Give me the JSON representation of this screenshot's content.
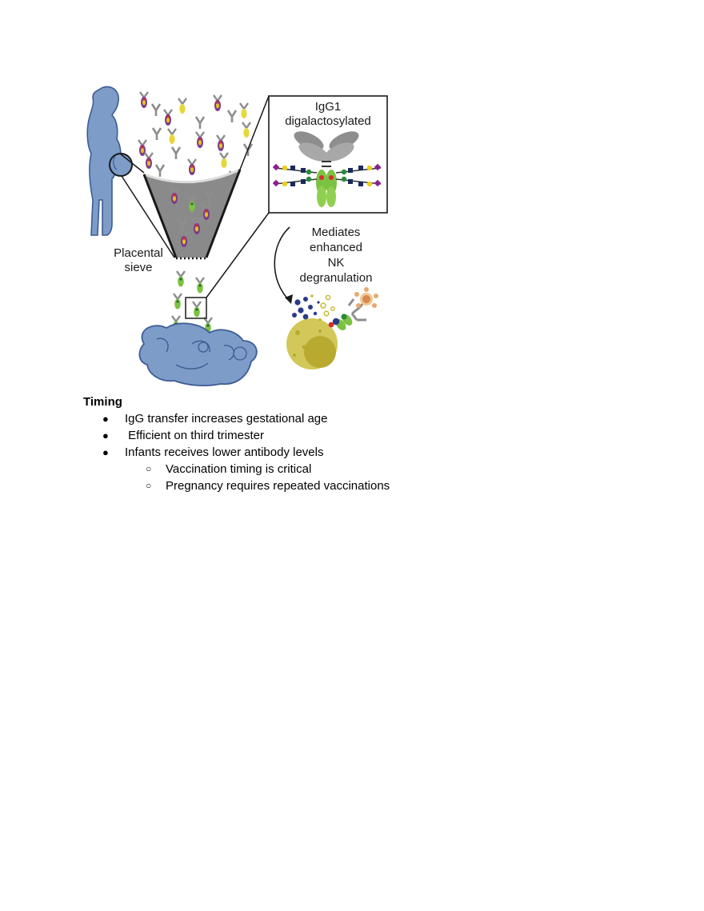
{
  "figure": {
    "zoom_title_line1": "IgG1",
    "zoom_title_line2": "digalactosylated",
    "placental_line1": "Placental",
    "placental_line2": "sieve",
    "mediates_line1": "Mediates",
    "mediates_line2": "enhanced",
    "mediates_line3": "NK",
    "mediates_line4": "degranulation",
    "colors": {
      "figure_blue": "#7d9cc8",
      "figure_outline": "#3d5c94",
      "funnel": "#8a8a8a",
      "antibody_gray": "#9a9a9a",
      "fc_green": "#7cc242",
      "nk_cell": "#d2c85a"
    }
  },
  "notes": {
    "heading": "Timing",
    "items": [
      {
        "bullet": "●",
        "text": "IgG transfer increases gestational age"
      },
      {
        "bullet": "●",
        "text": " Efficient on third trimester"
      },
      {
        "bullet": "●",
        "text": "Infants receives lower antibody levels"
      },
      {
        "bullet": "○",
        "text": "Vaccination timing is critical"
      },
      {
        "bullet": "○",
        "text": "Pregnancy requires repeated vaccinations"
      }
    ]
  }
}
